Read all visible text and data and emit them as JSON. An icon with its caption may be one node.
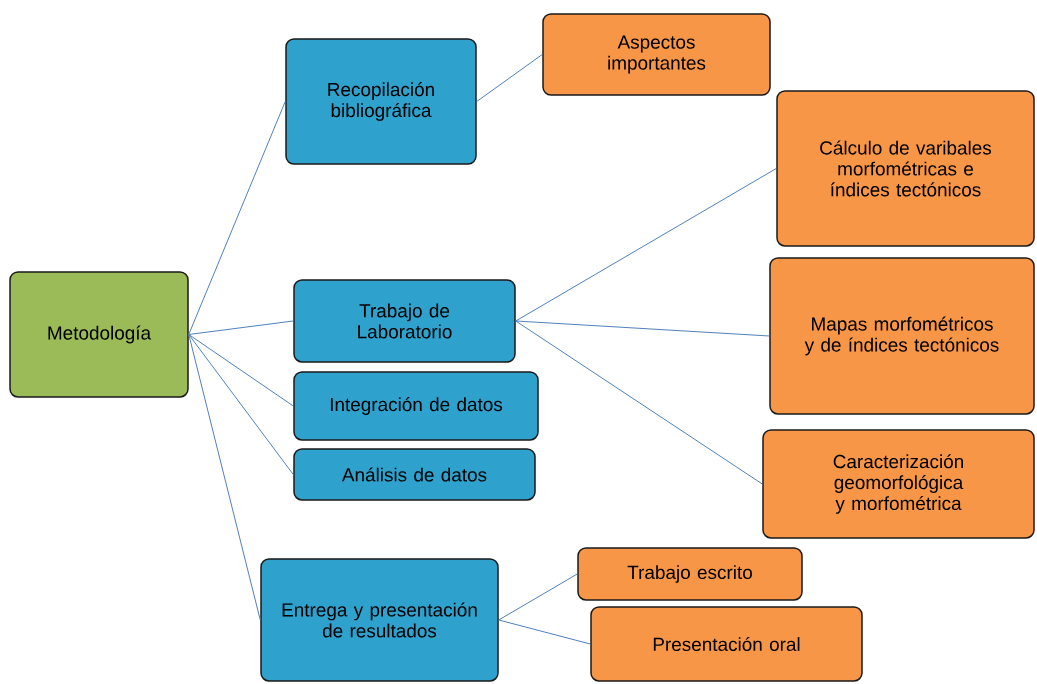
{
  "diagram": {
    "nodes": [
      {
        "text": [
          "Metodología"
        ]
      },
      {
        "text": [
          "Recopilación bibliográfica"
        ]
      },
      {
        "text": [
          "Aspectos importantes"
        ]
      },
      {
        "text": [
          "Trabajo de Laboratorio"
        ]
      },
      {
        "text": [
          "Cálculo de varibales morfométricas e índices tectónicos"
        ]
      },
      {
        "text": [
          "Mapas morfométricos y de índices tectónicos"
        ]
      },
      {
        "text": [
          "Caracterización geomorfológica y morfométrica"
        ]
      },
      {
        "text": [
          "Integración de datos"
        ]
      },
      {
        "text": [
          "Análisis de datos"
        ]
      },
      {
        "text": [
          "Entrega y presentación de resultados"
        ]
      },
      {
        "text": [
          "Trabajo escrito"
        ]
      },
      {
        "text": [
          "Presentación oral"
        ]
      }
    ],
    "edges": [
      {
        "from": 0,
        "to": 1,
        "arrow": "none"
      },
      {
        "from": 1,
        "to": 2,
        "arrow": "none"
      },
      {
        "from": 0,
        "to": 3,
        "arrow": "none"
      },
      {
        "from": 3,
        "to": 4,
        "arrow": "none"
      },
      {
        "from": 3,
        "to": 5,
        "arrow": "none"
      },
      {
        "from": 3,
        "to": 6,
        "arrow": "none"
      },
      {
        "from": 0,
        "to": 7,
        "arrow": "none"
      },
      {
        "from": 0,
        "to": 8,
        "arrow": "none"
      },
      {
        "from": 0,
        "to": 9,
        "arrow": "none"
      },
      {
        "from": 9,
        "to": 10,
        "arrow": "none"
      },
      {
        "from": 9,
        "to": 11,
        "arrow": "none"
      }
    ]
  }
}
